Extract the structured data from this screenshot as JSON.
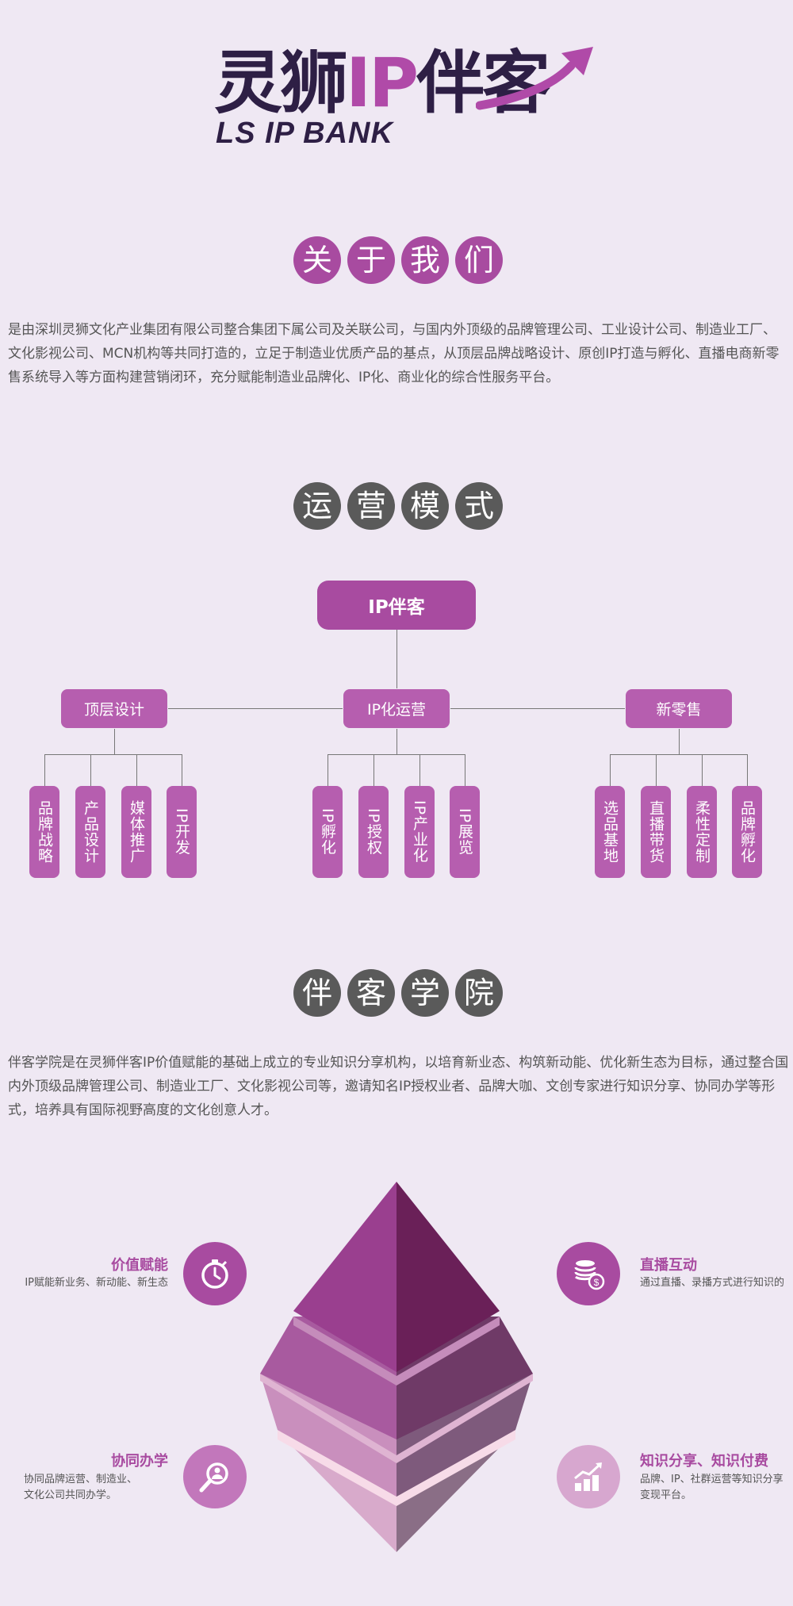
{
  "logo": {
    "cn_part1": "灵狮",
    "cn_ip": "IP",
    "cn_part2": "伴客",
    "en": "LS IP BANK"
  },
  "about": {
    "heading": [
      "关",
      "于",
      "我",
      "们"
    ],
    "text": "是由深圳灵狮文化产业集团有限公司整合集团下属公司及关联公司，与国内外顶级的品牌管理公司、工业设计公司、制造业工厂、文化影视公司、MCN机构等共同打造的，立足于制造业优质产品的基点，从顶层品牌战略设计、原创IP打造与孵化、直播电商新零售系统导入等方面构建营销闭环，充分赋能制造业品牌化、IP化、商业化的综合性服务平台。"
  },
  "model": {
    "heading": [
      "运",
      "营",
      "模",
      "式"
    ],
    "root": "IP伴客",
    "branches": [
      {
        "label": "顶层设计",
        "leaves": [
          "品牌战略",
          "产品设计",
          "媒体推广",
          "IP开发"
        ]
      },
      {
        "label": "IP化运营",
        "leaves": [
          "IP孵化",
          "IP授权",
          "IP产业化",
          "IP展览"
        ]
      },
      {
        "label": "新零售",
        "leaves": [
          "选品基地",
          "直播带货",
          "柔性定制",
          "品牌孵化"
        ]
      }
    ]
  },
  "academy": {
    "heading": [
      "伴",
      "客",
      "学",
      "院"
    ],
    "text": "伴客学院是在灵狮伴客IP价值赋能的基础上成立的专业知识分享机构，以培育新业态、构筑新动能、优化新生态为目标，通过整合国内外顶级品牌管理公司、制造业工厂、文化影视公司等，邀请知名IP授权业者、品牌大咖、文创专家进行知识分享、协同办学等形式，培养具有国际视野高度的文化创意人才。"
  },
  "features": {
    "value": {
      "title": "价值赋能",
      "desc": "IP赋能新业务、新动能、新生态",
      "icon": "stopwatch-icon"
    },
    "live": {
      "title": "直播互动",
      "desc": "通过直播、录播方式进行知识的",
      "icon": "coins-icon"
    },
    "school": {
      "title": "协同办学",
      "desc_line1": "协同品牌运营、制造业、",
      "desc_line2": "文化公司共同办学。",
      "icon": "search-person-icon"
    },
    "knowledge": {
      "title": "知识分享、知识付费",
      "desc_line1": "品牌、IP、社群运营等知识分享",
      "desc_line2": "变现平台。",
      "icon": "growth-chart-icon"
    }
  },
  "colors": {
    "background": "#efe8f3",
    "accent": "#a84ba0",
    "box": "#b65eaf",
    "heading_gray": "#5a5a5a",
    "logo_dark": "#2e1f45"
  }
}
